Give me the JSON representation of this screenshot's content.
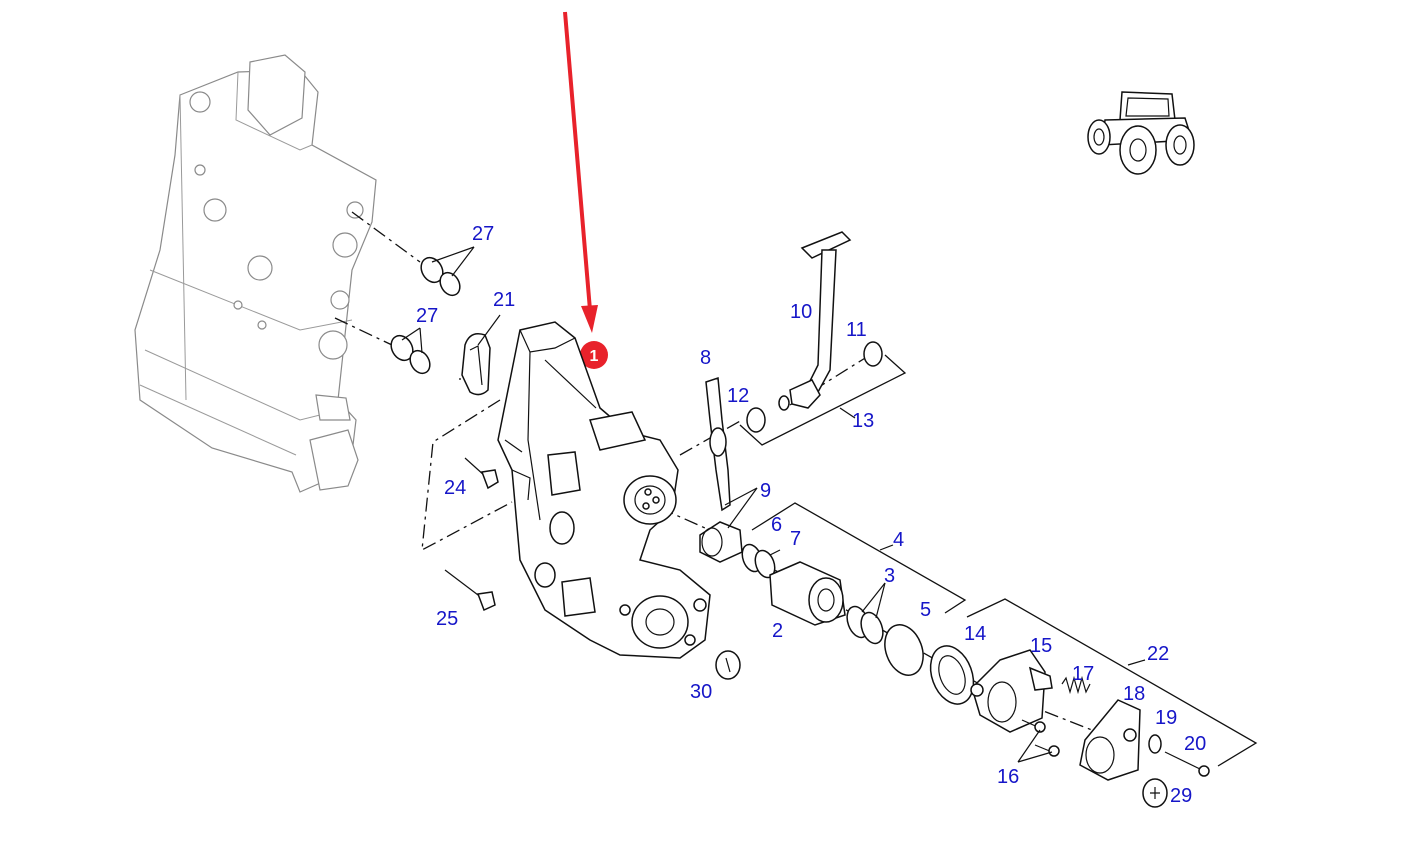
{
  "diagram": {
    "marker_label": "1",
    "accent_color": "#e8222b",
    "callout_color": "#1616c8",
    "callouts": {
      "c2": "2",
      "c3": "3",
      "c4": "4",
      "c5": "5",
      "c6": "6",
      "c7": "7",
      "c8": "8",
      "c9": "9",
      "c10": "10",
      "c11": "11",
      "c12": "12",
      "c13": "13",
      "c14": "14",
      "c15": "15",
      "c16": "16",
      "c17": "17",
      "c18": "18",
      "c19": "19",
      "c20": "20",
      "c21": "21",
      "c22": "22",
      "c24": "24",
      "c25": "25",
      "c27a": "27",
      "c27b": "27",
      "c29": "29",
      "c30": "30"
    },
    "icons": [
      "tractor-icon",
      "control-valve-block",
      "pedal-lever",
      "red-arrow"
    ]
  }
}
